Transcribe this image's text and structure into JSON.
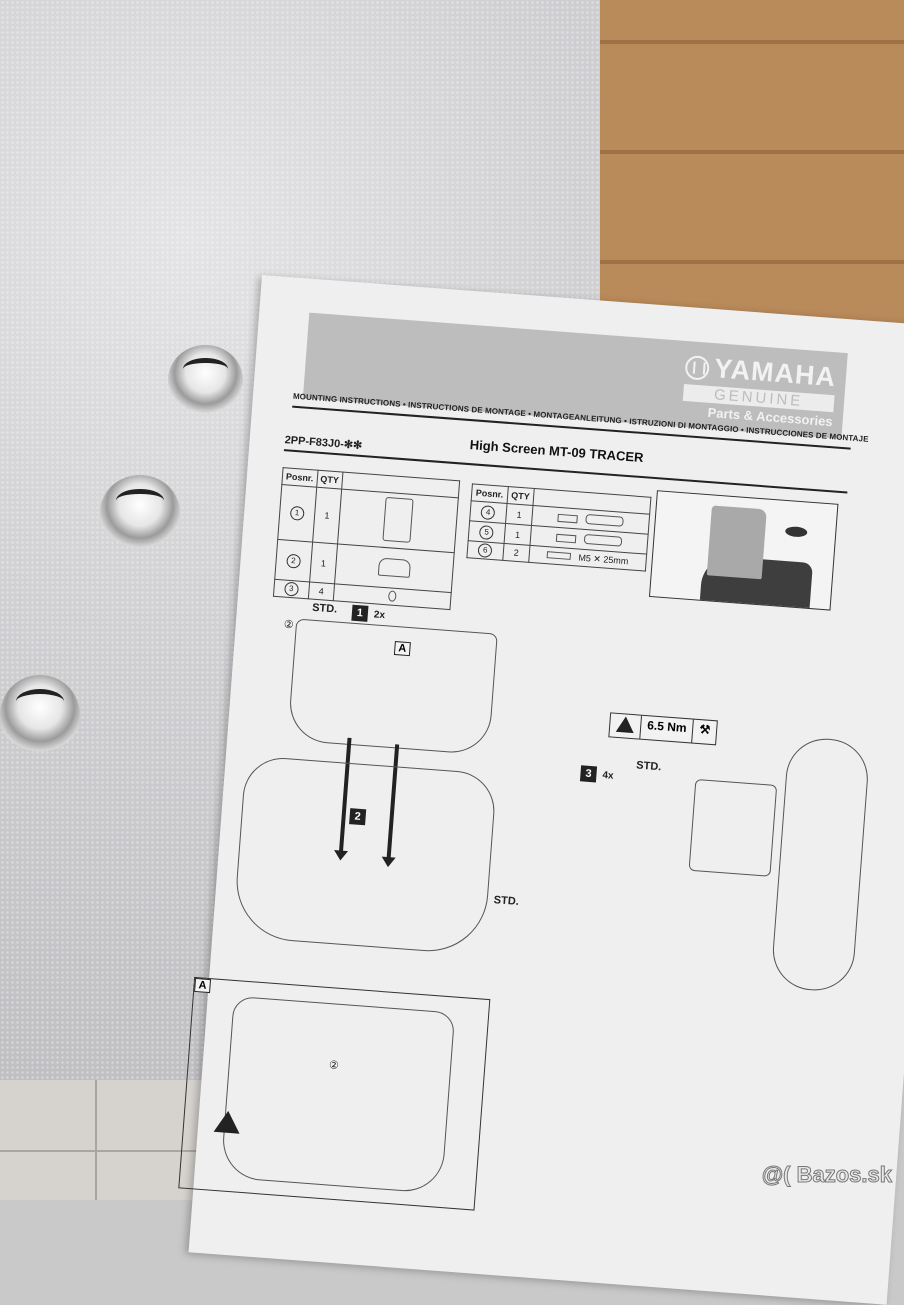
{
  "header": {
    "brand": "YAMAHA",
    "genuine": "GENUINE",
    "tagline": "Parts & Accessories",
    "languages": "MOUNTING INSTRUCTIONS • INSTRUCTIONS DE MONTAGE • MONTAGEANLEITUNG • ISTRUZIONI DI MONTAGGIO • INSTRUCCIONES DE MONTAJE",
    "title": "High Screen  MT-09 TRACER",
    "part_number": "2PP-F83J0-✻✻"
  },
  "parts_table_left": {
    "headers": [
      "Posnr.",
      "QTY",
      ""
    ],
    "rows": [
      {
        "pos": "1",
        "qty": "1",
        "item": "screen"
      },
      {
        "pos": "2",
        "qty": "1",
        "item": "bracket"
      },
      {
        "pos": "3",
        "qty": "4",
        "item": "washer"
      }
    ]
  },
  "parts_table_right": {
    "headers": [
      "Posnr.",
      "QTY",
      ""
    ],
    "rows": [
      {
        "pos": "4",
        "qty": "1",
        "item": "left mount"
      },
      {
        "pos": "5",
        "qty": "1",
        "item": "right mount"
      },
      {
        "pos": "6",
        "qty": "2",
        "item": "bolt",
        "spec": "M5 ✕ 25mm"
      }
    ]
  },
  "steps": {
    "step1": {
      "num": "1",
      "qty": "2x",
      "label": "STD.",
      "ref": "②"
    },
    "detail_ref": "A",
    "step2": {
      "num": "2",
      "label": "STD."
    },
    "step3": {
      "num": "3",
      "qty": "4x",
      "label": "STD.",
      "torque": "6.5 Nm"
    },
    "inset": {
      "label": "A",
      "ref": "②"
    }
  },
  "watermark": "@( Bazos.sk"
}
